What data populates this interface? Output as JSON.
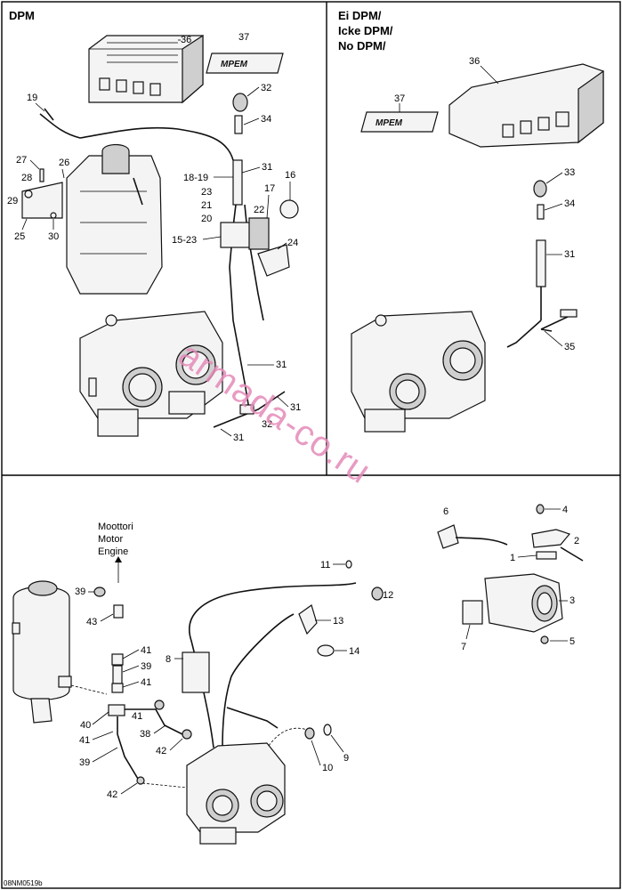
{
  "panels": {
    "dpm_title": "DPM",
    "no_dpm_title_lines": [
      "Ei DPM/",
      "Icke DPM/",
      "No DPM/"
    ],
    "engine_label_lines": [
      "Moottori",
      "Motor",
      "Engine"
    ]
  },
  "callouts": {
    "dpm": [
      "36",
      "37",
      "19",
      "32",
      "34",
      "27",
      "26",
      "28",
      "29",
      "25",
      "30",
      "18-19",
      "23",
      "21",
      "20",
      "15-23",
      "31",
      "16",
      "17",
      "22",
      "24",
      "31",
      "31",
      "32",
      "31"
    ],
    "no_dpm": [
      "37",
      "36",
      "33",
      "34",
      "31",
      "35"
    ],
    "bottom": [
      "4",
      "6",
      "2",
      "1",
      "3",
      "5",
      "7",
      "11",
      "12",
      "13",
      "14",
      "8",
      "39",
      "43",
      "41",
      "39",
      "41",
      "40",
      "41",
      "39",
      "41",
      "38",
      "42",
      "42",
      "10",
      "9"
    ]
  },
  "logo_text": "MPEM",
  "watermark": "armada-co.ru",
  "reference_code": "08NM0519b",
  "colors": {
    "watermark": "#e58ab9",
    "lines": "#000000"
  }
}
